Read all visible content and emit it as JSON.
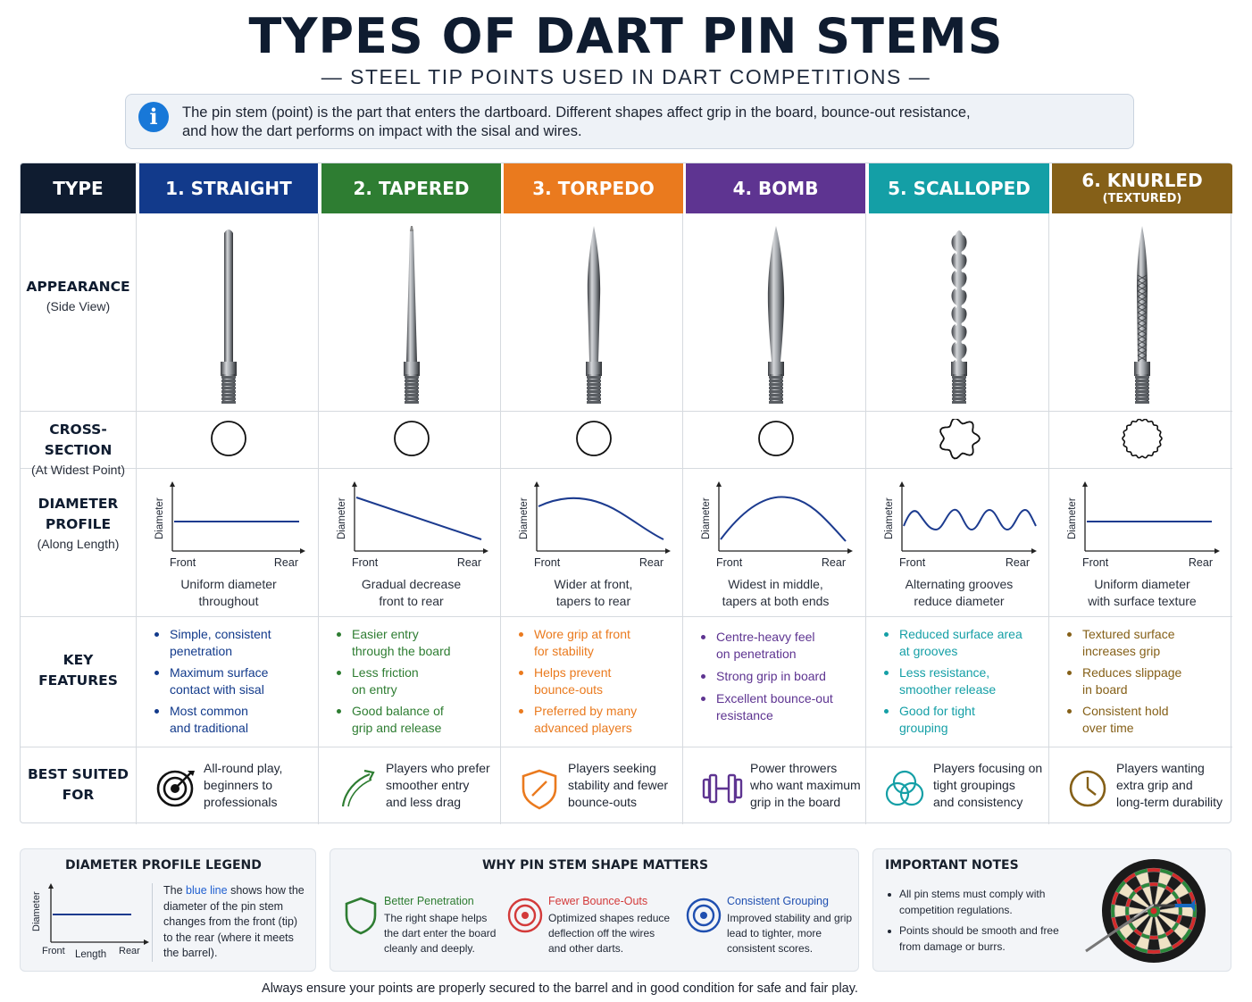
{
  "title": "TYPES OF DART PIN STEMS",
  "subtitle": "STEEL TIP POINTS USED IN DART COMPETITIONS",
  "intro": {
    "icon": "info-icon",
    "line1": "The pin stem (point) is the part that enters the dartboard. Different shapes affect grip in the board, bounce-out resistance,",
    "line2": "and how the dart performs on impact with the sisal and wires."
  },
  "type_header": "TYPE",
  "row_labels": {
    "appearance": {
      "main": "APPEARANCE",
      "sub": "(Side View)"
    },
    "cross_section": {
      "main": "CROSS-SECTION",
      "sub": "(At Widest Point)"
    },
    "diameter_profile": {
      "main1": "DIAMETER",
      "main2": "PROFILE",
      "sub": "(Along Length)"
    },
    "key_features": {
      "main1": "KEY",
      "main2": "FEATURES"
    },
    "best_suited": {
      "main1": "BEST SUITED",
      "main2": "FOR"
    }
  },
  "axis": {
    "y": "Diameter",
    "front": "Front",
    "rear": "Rear"
  },
  "colors": {
    "navy": "#0f1c30",
    "straight": "#123a8b",
    "tapered": "#2e7d32",
    "torpedo": "#ea7a1e",
    "bomb": "#5e3491",
    "scalloped": "#149fa6",
    "knurled": "#856018",
    "profile_line": "#1c3b8f"
  },
  "types": [
    {
      "key": "straight",
      "name": "1. STRAIGHT",
      "sub": "",
      "profile": "flat",
      "section": "circle",
      "caption1": "Uniform diameter",
      "caption2": "throughout",
      "features": [
        {
          "l1": "Simple, consistent",
          "l2": "penetration"
        },
        {
          "l1": "Maximum surface",
          "l2": "contact with sisal"
        },
        {
          "l1": "Most common",
          "l2": "and traditional"
        }
      ],
      "best": {
        "icon": "target-icon",
        "l1": "All-round play,",
        "l2": "beginners to",
        "l3": "professionals"
      }
    },
    {
      "key": "tapered",
      "name": "2. TAPERED",
      "sub": "",
      "profile": "taper",
      "section": "circle",
      "caption1": "Gradual decrease",
      "caption2": "front to rear",
      "features": [
        {
          "l1": "Easier entry",
          "l2": "through the board"
        },
        {
          "l1": "Less friction",
          "l2": "on entry"
        },
        {
          "l1": "Good balance of",
          "l2": "grip and release"
        }
      ],
      "best": {
        "icon": "arrow-curve-icon",
        "l1": "Players who prefer",
        "l2": "smoother entry",
        "l3": "and less drag"
      }
    },
    {
      "key": "torpedo",
      "name": "3. TORPEDO",
      "sub": "",
      "profile": "torpedo",
      "section": "circle",
      "caption1": "Wider at front,",
      "caption2": "tapers to rear",
      "features": [
        {
          "l1": "Wore grip at front",
          "l2": "for stability"
        },
        {
          "l1": "Helps prevent",
          "l2": "bounce-outs"
        },
        {
          "l1": "Preferred by many",
          "l2": "advanced players"
        }
      ],
      "best": {
        "icon": "shield-icon",
        "l1": "Players seeking",
        "l2": "stability and fewer",
        "l3": "bounce-outs"
      }
    },
    {
      "key": "bomb",
      "name": "4. BOMB",
      "sub": "",
      "profile": "bomb",
      "section": "circle",
      "caption1": "Widest in middle,",
      "caption2": "tapers at both ends",
      "features": [
        {
          "l1": "Centre-heavy feel",
          "l2": "on penetration"
        },
        {
          "l1": "Strong grip in board",
          "l2": ""
        },
        {
          "l1": "Excellent bounce-out",
          "l2": "resistance"
        }
      ],
      "best": {
        "icon": "dumbbell-icon",
        "l1": "Power throwers",
        "l2": "who want maximum",
        "l3": "grip in the board"
      }
    },
    {
      "key": "scalloped",
      "name": "5. SCALLOPED",
      "sub": "",
      "profile": "wave",
      "section": "scalloped",
      "caption1": "Alternating grooves",
      "caption2": "reduce diameter",
      "features": [
        {
          "l1": "Reduced surface area",
          "l2": "at grooves"
        },
        {
          "l1": "Less resistance,",
          "l2": "smoother release"
        },
        {
          "l1": "Good for tight",
          "l2": "grouping"
        }
      ],
      "best": {
        "icon": "circles-icon",
        "l1": "Players focusing on",
        "l2": "tight groupings",
        "l3": "and consistency"
      }
    },
    {
      "key": "knurled",
      "name": "6. KNURLED",
      "sub": "(TEXTURED)",
      "profile": "flat",
      "section": "knurled",
      "caption1": "Uniform diameter",
      "caption2": "with surface texture",
      "features": [
        {
          "l1": "Textured surface",
          "l2": "increases grip"
        },
        {
          "l1": "Reduces slippage",
          "l2": "in board"
        },
        {
          "l1": "Consistent hold",
          "l2": "over time"
        }
      ],
      "best": {
        "icon": "clock-icon",
        "l1": "Players wanting",
        "l2": "extra grip and",
        "l3": "long-term durability"
      }
    }
  ],
  "legend": {
    "title": "DIAMETER PROFILE LEGEND",
    "length": "Length",
    "t1": "The ",
    "t_blue": "blue line",
    "t2": " shows how the",
    "lines": [
      "diameter of the pin stem",
      "changes from the front (tip)",
      "to the rear (where it meets",
      "the barrel)."
    ]
  },
  "why": {
    "title": "WHY PIN STEM SHAPE MATTERS",
    "items": [
      {
        "icon": "shield-icon",
        "title": "Better Penetration",
        "lines": [
          "The right shape helps",
          "the dart enter the board",
          "cleanly and deeply."
        ],
        "color": "#2e7d32"
      },
      {
        "icon": "target-icon",
        "title": "Fewer Bounce-Outs",
        "lines": [
          "Optimized shapes reduce",
          "deflection off the wires",
          "and other darts."
        ],
        "color": "#d33a3a"
      },
      {
        "icon": "bullseye-icon",
        "title": "Consistent Grouping",
        "lines": [
          "Improved stability and grip",
          "lead to tighter, more",
          "consistent scores."
        ],
        "color": "#1f4fb0"
      }
    ]
  },
  "notes": {
    "title": "IMPORTANT NOTES",
    "items": [
      {
        "l1": "All pin stems must comply with",
        "l2": "competition regulations."
      },
      {
        "l1": "Points should be smooth and free",
        "l2": "from damage or burrs."
      }
    ]
  },
  "footer": "Always ensure your points are properly secured to the barrel and in good condition for safe and fair play."
}
